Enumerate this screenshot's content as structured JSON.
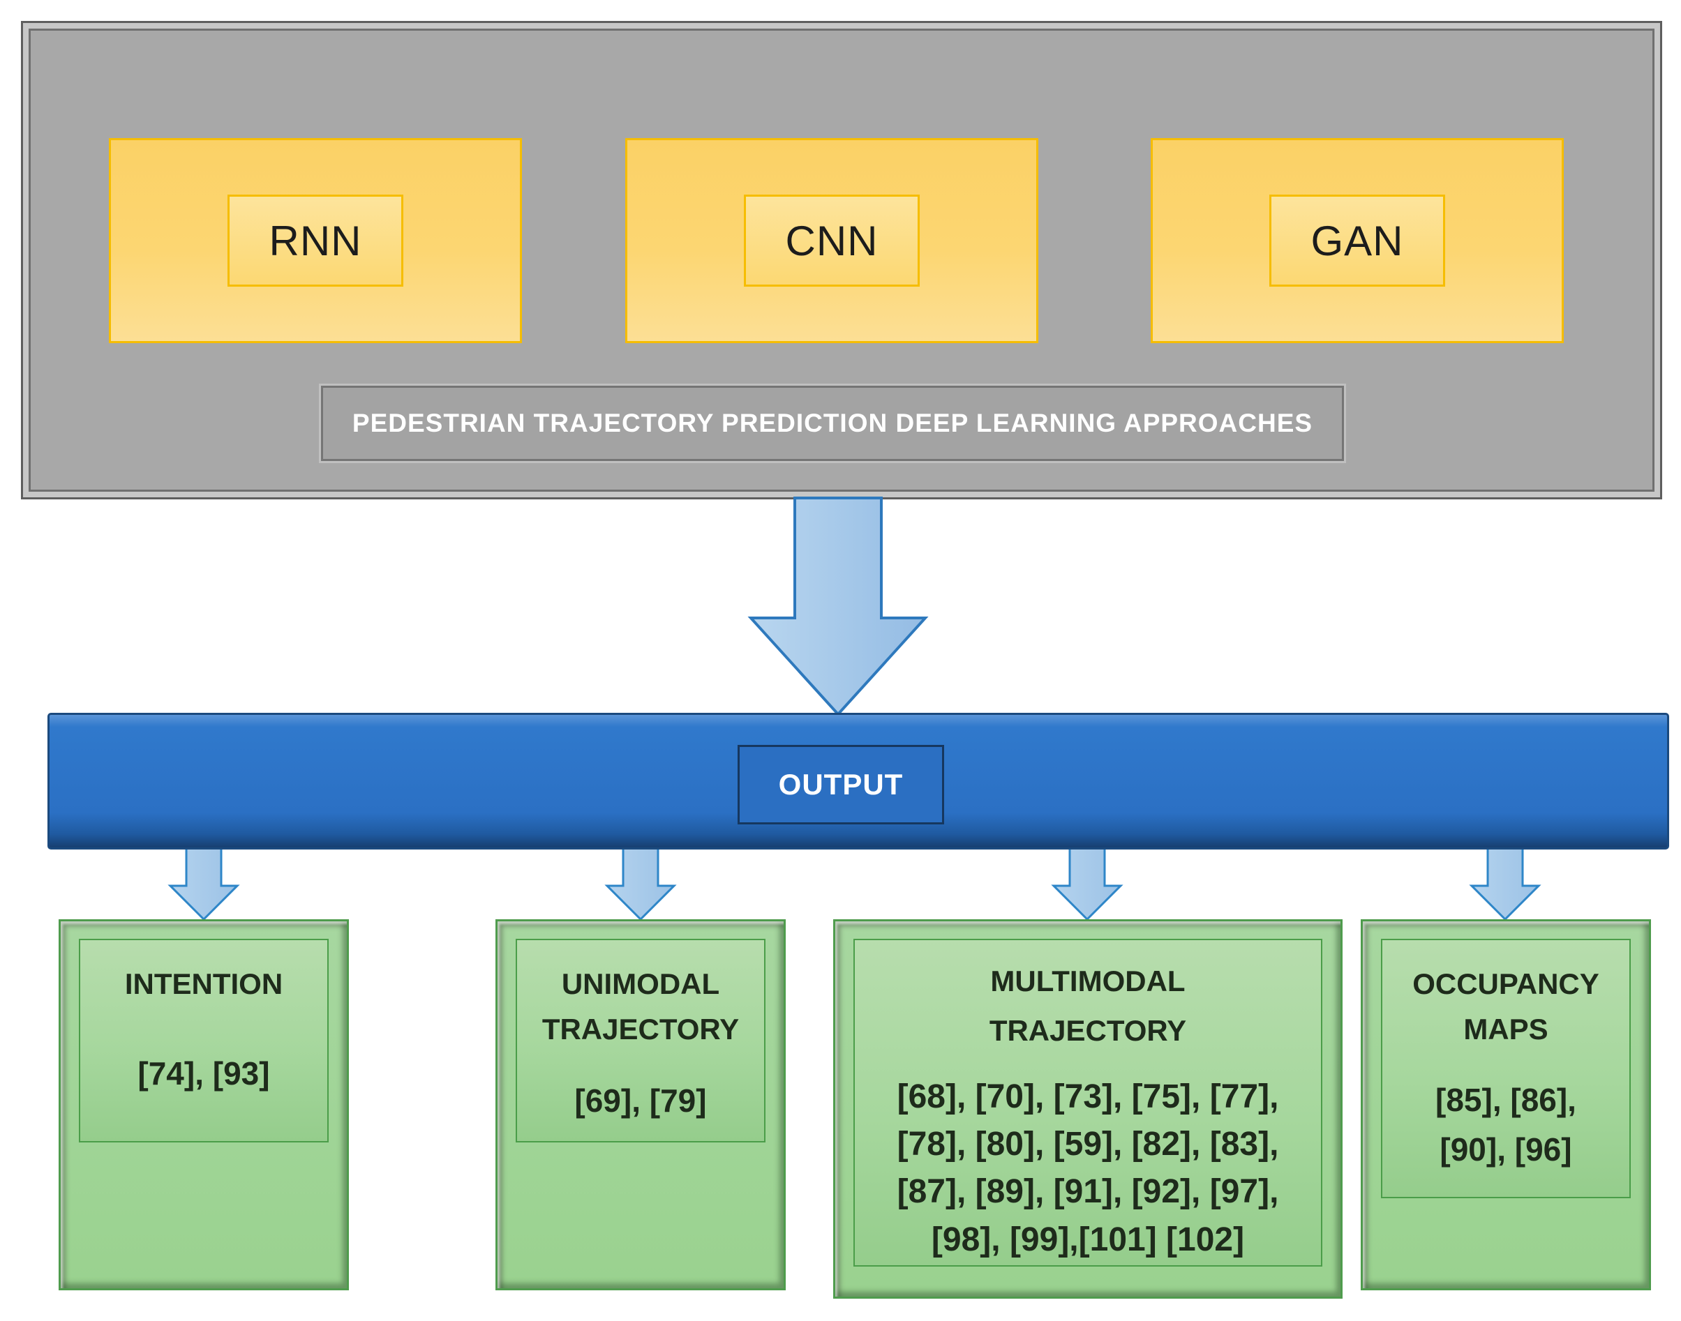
{
  "figure": {
    "approaches_panel": {
      "methods": [
        {
          "label": "RNN"
        },
        {
          "label": "CNN"
        },
        {
          "label": "GAN"
        }
      ],
      "caption": "PEDESTRIAN TRAJECTORY PREDICTION DEEP LEARNING APPROACHES"
    },
    "output_bar": {
      "label": "OUTPUT"
    },
    "branches": [
      {
        "title": [
          "INTENTION"
        ],
        "refs": [
          "[74], [93]"
        ]
      },
      {
        "title": [
          "UNIMODAL",
          "TRAJECTORY"
        ],
        "refs": [
          "[69], [79]"
        ]
      },
      {
        "title": [
          "MULTIMODAL",
          "TRAJECTORY"
        ],
        "refs": [
          "[68], [70], [73], [75], [77],",
          "[78], [80], [59], [82], [83],",
          "[87], [89], [91], [92], [97],",
          "[98], [99],[101] [102]"
        ]
      },
      {
        "title": [
          "OCCUPANCY",
          "MAPS"
        ],
        "refs": [
          "[85], [86],",
          "[90], [96]"
        ]
      }
    ],
    "icons": {
      "main_flow_arrow": "down-block-arrow",
      "branch_flow_arrow": "down-block-arrow"
    },
    "colors": {
      "panel_gray": "#a8a8a8",
      "method_yellow": "#fcd672",
      "method_border_yellow": "#f6bd00",
      "output_blue": "#2b70c4",
      "output_border_navy": "#16375f",
      "arrow_light_blue": "#a8cce9",
      "arrow_border_blue": "#2e79bd",
      "branch_green": "#a7d7a0",
      "branch_border_green": "#4f9c4d"
    }
  }
}
